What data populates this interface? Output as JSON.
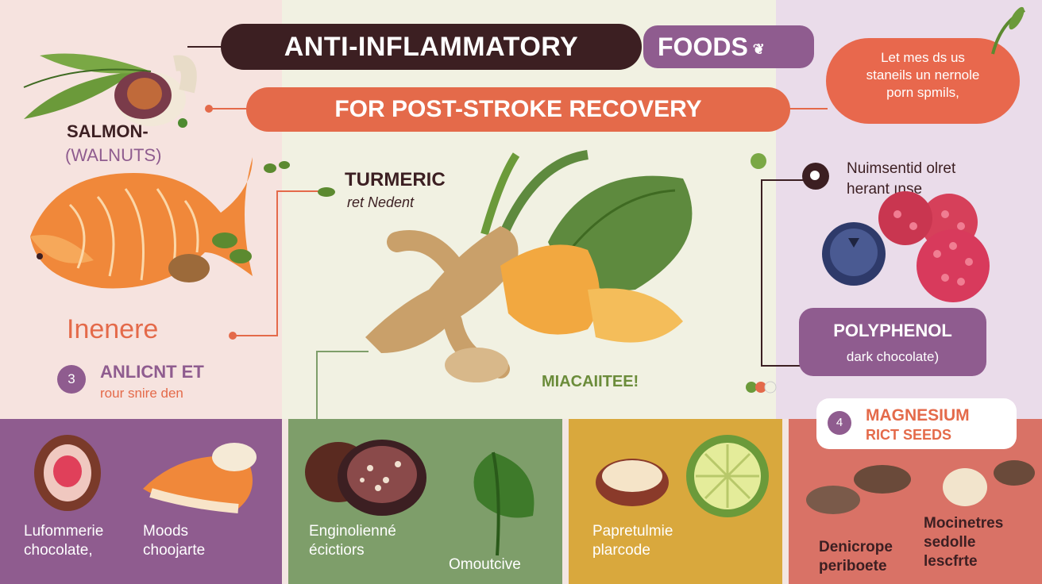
{
  "header": {
    "title": "ANTI-INFLAMMATORY",
    "title_tag": "FOODS",
    "title_tag_icon": "leaf-ornament-icon",
    "subtitle": "FOR POST-STROKE RECOVERY"
  },
  "bubble": {
    "lines": [
      "Let mes ds us",
      "staneils un nernole",
      "porn spmils,"
    ]
  },
  "left": {
    "salmon_label": "SALMON-",
    "walnuts_label": "(WALNUTS)",
    "inenere": "Inenere",
    "anl_number": "3",
    "anl_title": "ANLICNT ET",
    "anl_sub": "rour snire den"
  },
  "middle": {
    "turmeric_title": "TURMERIC",
    "turmeric_sub": "ret Nedent",
    "miac": "MIACAIITEE!"
  },
  "right": {
    "nuim_line1": "Nuimsentid olret",
    "nuim_line2": "herant ınse",
    "poly_title": "POLYPHENOL",
    "poly_sub": "dark chocolate)"
  },
  "panels": {
    "p1_left_line1": "Lufommerie",
    "p1_left_line2": "chocolate,",
    "p1_right_line1": "Moods",
    "p1_right_line2": "choojarte",
    "p2_line1": "Enginolienné",
    "p2_line2": "écictiors",
    "p2_bottom": "Omoutcive",
    "p3_line1": "Papretulmie",
    "p3_line2": "plarcode",
    "mag_number": "4",
    "mag_title": "MAGNESIUM",
    "mag_sub": "RICT SEEDS",
    "p4_left_line1": "Denicrope",
    "p4_left_line2": "peribоete",
    "p4_right_line1": "Mocinetres",
    "p4_right_line2": "sedolle",
    "p4_right_line3": "lescfrte"
  },
  "colors": {
    "accent_orange": "#e46a4a",
    "accent_purple": "#8f5c8f",
    "dark_brown": "#3c1f22",
    "green": "#7e9e6a",
    "mustard": "#d9a83d",
    "coral": "#d97266"
  }
}
